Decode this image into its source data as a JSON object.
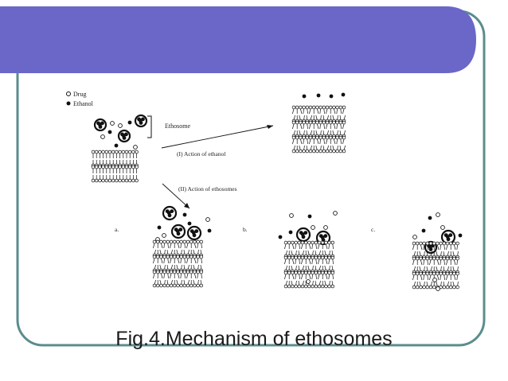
{
  "slide": {
    "caption": "Fig.4.Mechanism of ethosomes",
    "header_color": "#6666cc",
    "frame_color": "#5a8a8a"
  },
  "figure": {
    "legend": {
      "drug": "Drug",
      "ethanol": "Ethanol"
    },
    "ethosome_label": "Ethosome",
    "action_ethanol": "(I) Action of ethanol",
    "action_ethosomes": "(II) Action of ethosomes",
    "panel_a": "a.",
    "panel_b": "b.",
    "panel_c": "c."
  }
}
